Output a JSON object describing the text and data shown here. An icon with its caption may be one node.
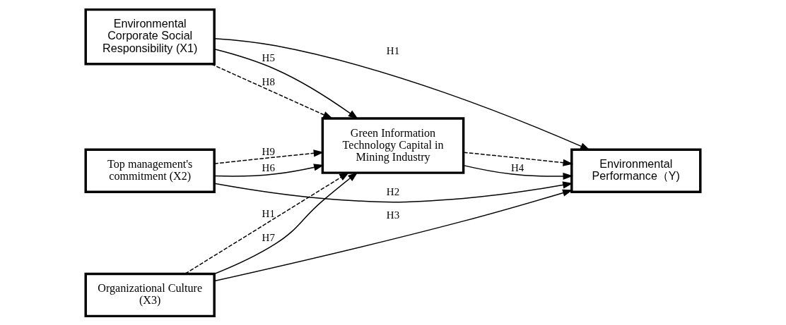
{
  "diagram": {
    "nodes": [
      {
        "text": [
          "Environmental Corporate Social Responsibility (X1)"
        ]
      },
      {
        "text": [
          "Top management's commitment (X2)"
        ]
      },
      {
        "text": [
          "Green Information Technology Capital in Mining Industry"
        ]
      },
      {
        "text": [
          "Environmental Performance（Y)"
        ]
      },
      {
        "text": [
          "Organizational Culture (X3)"
        ]
      }
    ],
    "edges": [
      {
        "from": 0,
        "to": 3,
        "arrow": "to",
        "label": "H1"
      },
      {
        "from": 0,
        "to": 2,
        "arrow": "to",
        "label": "H5"
      },
      {
        "from": 0,
        "to": 2,
        "arrow": "to",
        "label": "H8",
        "style": "dashed"
      },
      {
        "from": 1,
        "to": 2,
        "arrow": "to",
        "label": "H6"
      },
      {
        "from": 1,
        "to": 2,
        "arrow": "to",
        "label": "H9",
        "style": "dashed"
      },
      {
        "from": 4,
        "to": 2,
        "arrow": "to",
        "label": "H1",
        "style": "dashed"
      },
      {
        "from": 4,
        "to": 2,
        "arrow": "to",
        "label": "H7"
      },
      {
        "from": 4,
        "to": 3,
        "arrow": "to",
        "label": "H3"
      },
      {
        "from": 2,
        "to": 3,
        "arrow": "to",
        "label": "H4"
      },
      {
        "from": 2,
        "to": 3,
        "arrow": "to",
        "style": "dashed"
      },
      {
        "from": 1,
        "to": 3,
        "arrow": "to",
        "label": "H2"
      }
    ]
  }
}
